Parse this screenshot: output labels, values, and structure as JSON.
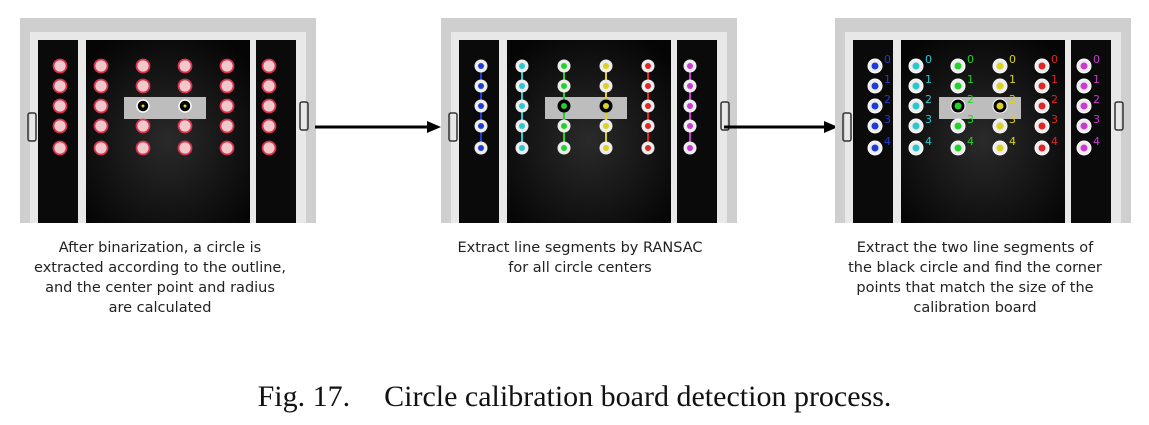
{
  "panels": [
    {
      "caption": "After binarization, a circle is extracted according to the outline, and the center point and radius are calculated",
      "mode": "plain",
      "caption_lines": [
        "After binarization, a circle is",
        "extracted according to the outline,",
        "and the center point and radius",
        "are calculated"
      ]
    },
    {
      "caption": "Extract line segments by RANSAC for all circle centers",
      "mode": "lines",
      "caption_lines": [
        "Extract line segments by RANSAC",
        "for all circle centers"
      ]
    },
    {
      "caption": "Extract the two line segments of the black circle and find the corner points that match the size of the calibration board",
      "mode": "labels",
      "caption_lines": [
        "Extract the two line segments of",
        "the black circle and find the corner",
        "points that match the size of the",
        "calibration board"
      ]
    }
  ],
  "column_colors": [
    "#1d3bd6",
    "#29c7d0",
    "#22d12a",
    "#dbd21f",
    "#e22424",
    "#c93ad0"
  ],
  "point_labels": [
    "0",
    "1",
    "2",
    "3",
    "4"
  ],
  "figure_label": "Fig. 17.",
  "figure_title": "Circle calibration board detection process."
}
